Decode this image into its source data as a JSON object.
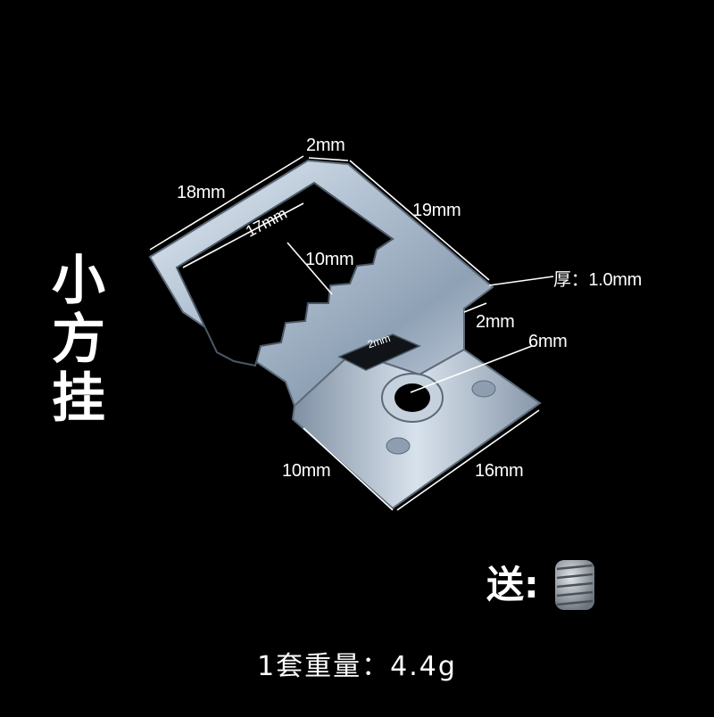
{
  "title_chars": [
    "小",
    "方",
    "挂"
  ],
  "dimensions": {
    "top_width": "2mm",
    "left_edge": "18mm",
    "right_edge": "19mm",
    "inner_diagonal": "17mm",
    "inner_height": "10mm",
    "thickness": "厚：1.0mm",
    "step": "2mm",
    "slot": "2mm",
    "hole": "6mm",
    "bottom_left": "10mm",
    "bottom_right": "16mm"
  },
  "gift_label": "送:",
  "weight_text": "1套重量：4.4g",
  "colors": {
    "background": "#000000",
    "text": "#ffffff",
    "metal": "#b9c7d6"
  }
}
